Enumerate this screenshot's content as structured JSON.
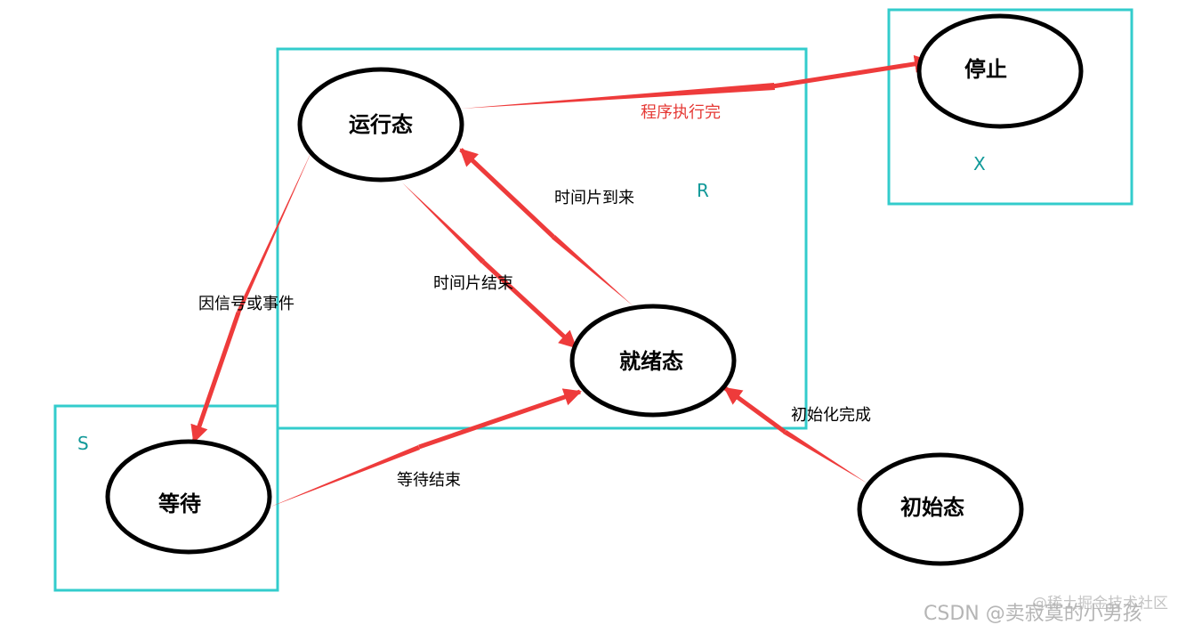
{
  "colors": {
    "arrow": "#ee3b3b",
    "group_box": "#33cccc",
    "group_label": "#119999",
    "highlight_label": "#e53935",
    "node_stroke": "#000000",
    "watermark": "#b5b5b5"
  },
  "states": {
    "running": "运行态",
    "stopped": "停止",
    "ready": "就绪态",
    "waiting": "等待",
    "initial": "初始态"
  },
  "groups": {
    "r": "R",
    "x": "X",
    "s": "S"
  },
  "edges": {
    "finished": "程序执行完",
    "slice_arrived": "时间片到来",
    "slice_ended": "时间片结束",
    "signal_event": "因信号或事件",
    "wait_ended": "等待结束",
    "init_done": "初始化完成"
  },
  "watermark": {
    "text": "CSDN @卖寂寞的小男孩",
    "overlay": "@稀土掘金技术社区"
  }
}
